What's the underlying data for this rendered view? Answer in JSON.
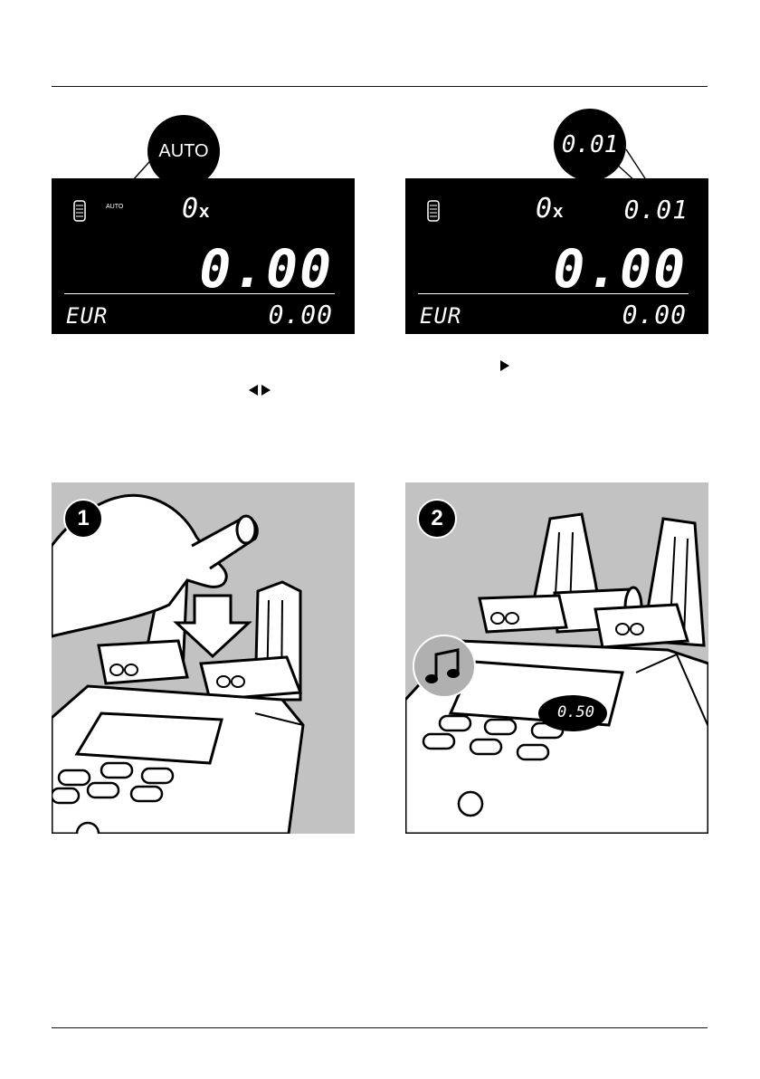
{
  "left_lcd": {
    "bubble": "AUTO",
    "small_label": "AUTO",
    "count": "0",
    "count_suffix": "x",
    "total": "0.00",
    "currency": "EUR",
    "sum": "0.00"
  },
  "right_lcd": {
    "bubble": "0.01",
    "count": "0",
    "count_suffix": "x",
    "denomination": "0.01",
    "total": "0.00",
    "currency": "EUR",
    "sum": "0.00"
  },
  "panels": [
    {
      "step": "1"
    },
    {
      "step": "2",
      "display_value": "0.50",
      "icon": "music-note-icon"
    }
  ]
}
